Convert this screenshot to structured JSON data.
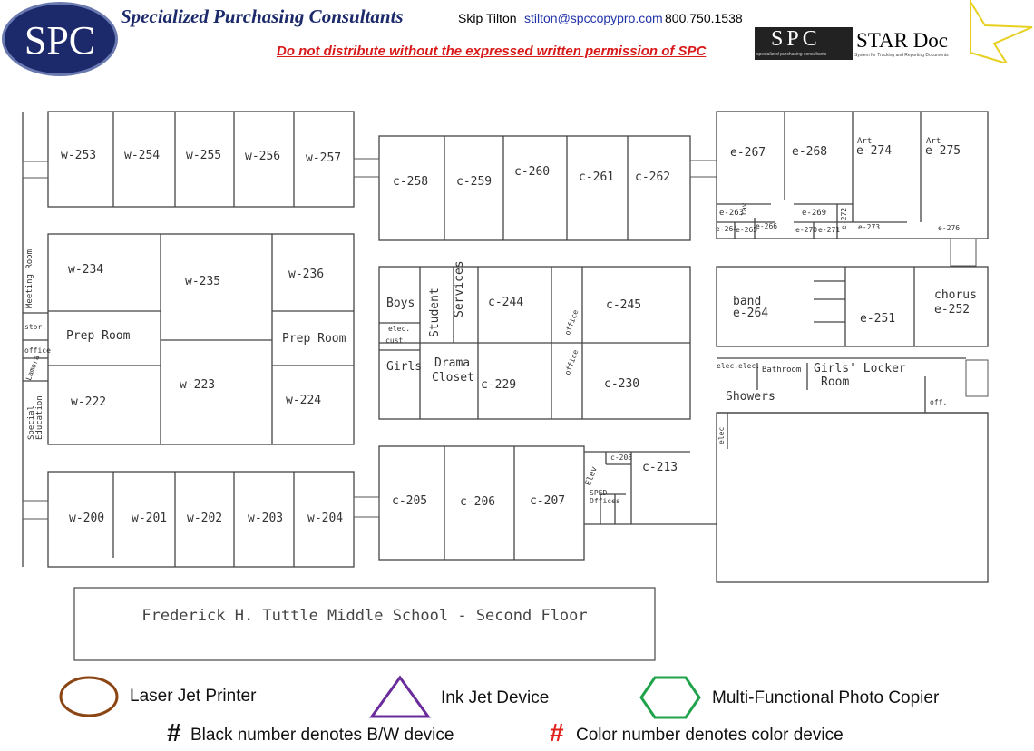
{
  "header": {
    "logo_text": "SPC",
    "company": "Specialized Purchasing Consultants",
    "contact_name": "Skip Tilton",
    "email": "stilton@spccopypro.com",
    "phone": "800.750.1538",
    "warning": "Do not distribute without the expressed written permission of SPC",
    "star_logo": {
      "left": "SPC",
      "right": "STAR Doc",
      "sub_left": "specialized purchasing consultants",
      "sub_right": "System for Tracking and Reporting Documents"
    }
  },
  "rooms": {
    "w253": "w-253",
    "w254": "w-254",
    "w255": "w-255",
    "w256": "w-256",
    "w257": "w-257",
    "c258": "c-258",
    "c259": "c-259",
    "c260": "c-260",
    "c261": "c-261",
    "c262": "c-262",
    "e267": "e-267",
    "e268": "e-268",
    "art1": "Art",
    "e274": "e-274",
    "art2": "Art",
    "e275": "e-275",
    "e263": "e-263",
    "lav": "lav",
    "e269": "e-269",
    "e272": "e-272",
    "e264s": "e-264",
    "e265": "e-265",
    "e266": "e-266",
    "e270": "e-270",
    "e271": "e-271",
    "e273": "e-273",
    "e276": "e-276",
    "meeting": "Meeting Room",
    "w234": "w-234",
    "w235": "w-235",
    "w236": "w-236",
    "stor": "stor.",
    "office_w": "office",
    "lamora": "Lamora",
    "prep1": "Prep Room",
    "prep2": "Prep Room",
    "w222": "w-222",
    "w223": "w-223",
    "w224": "w-224",
    "sped_ed": "Special Education",
    "boys": "Boys",
    "student": "Student",
    "services": "Services",
    "c244": "c-244",
    "c245": "c-245",
    "office_c1": "office",
    "elec_c": "elec.",
    "cust": "cust.",
    "girls": "Girls",
    "drama1": "Drama",
    "drama2": "Closet",
    "c229": "c-229",
    "office_c2": "office",
    "c230": "c-230",
    "band": "band",
    "e264": "e-264",
    "e251": "e-251",
    "chorus": "chorus",
    "e252": "e-252",
    "elec_e1": "elec.",
    "elec_e2": "elec.",
    "bathroom": "Bathroom",
    "locker1": "Girls' Locker",
    "locker2": "Room",
    "showers": "Showers",
    "off": "off.",
    "elec_e3": "elec",
    "w200": "w-200",
    "w201": "w-201",
    "w202": "w-202",
    "w203": "w-203",
    "w204": "w-204",
    "c205": "c-205",
    "c206": "c-206",
    "c207": "c-207",
    "c208": "c-208",
    "c213": "c-213",
    "elev": "Elev",
    "sped1": "SPED",
    "sped2": "Offices"
  },
  "title": "Frederick H. Tuttle Middle School - Second Floor",
  "legend": {
    "laser": "Laser Jet Printer",
    "inkjet": "Ink Jet Device",
    "mfp": "Multi-Functional Photo Copier",
    "hash": "#",
    "bw": "Black number denotes B/W device",
    "color": "Color number denotes color device",
    "colors": {
      "laser": "#8B4513",
      "inkjet": "#6A2C9A",
      "mfp": "#1FA34A",
      "color_hash": "#E0201A"
    }
  }
}
